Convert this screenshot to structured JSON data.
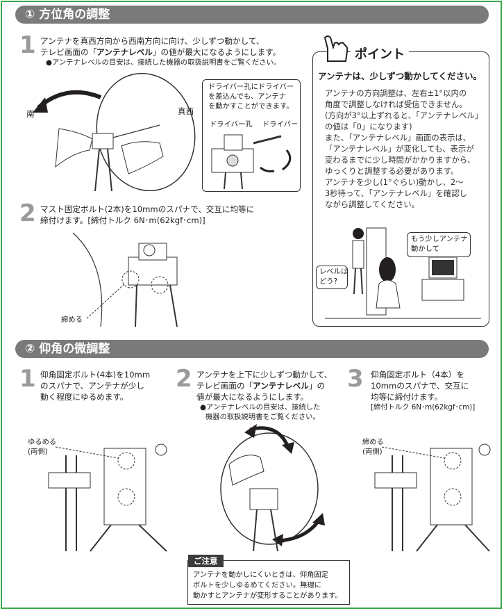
{
  "section1": {
    "title": "① 方位角の調整",
    "step1": {
      "num": "1",
      "line1": "アンテナを真西方向から西南方向に向け、少しずつ動かして、",
      "line2_pre": "テレビ画面の「",
      "line2_bold": "アンテナレベル",
      "line2_post": "」の値が最大になるようにします。",
      "note": "●アンテナレベルの目安は、接続した機器の取扱説明書をご覧ください。",
      "label_south": "南",
      "label_west": "真西"
    },
    "callout": {
      "line1": "ドライバー孔にドライバー",
      "line2": "を差込んでも、アンテナ",
      "line3": "を動かすことができます。",
      "label_hole": "ドライバー孔",
      "label_driver": "ドライバー"
    },
    "step2": {
      "num": "2",
      "line1": "マスト固定ボルト(2本)を10mmのスパナで、交互に均等に",
      "line2": "締付けます。[締付トルク 6N･m(62kgf･cm)]",
      "label_tighten": "締める"
    }
  },
  "point": {
    "title": "ポイント",
    "headline": "アンテナは、少しずつ動かしてください。",
    "lines": [
      "アンテナの方向調整は、左右±1°以内の",
      "角度で調整しなければ受信できません。",
      "(方向が3°以上ずれると、「アンテナレベル」",
      "の値は「0」になります)",
      "また、「アンテナレベル」画面の表示は、",
      "「アンテナレベル」が変化しても、表示が",
      "変わるまでに少し時間がかかりますから、",
      "ゆっくりと調整する必要があります。",
      "アンテナを少し(1°ぐらい)動かし、2～",
      "3秒待って、「アンテナレベル」を確認し",
      "ながら調整してください。"
    ],
    "bubble1_line1": "もう少しアンテナ",
    "bubble1_line2": "動かして",
    "bubble2_line1": "レベルは",
    "bubble2_line2": "どう?"
  },
  "section2": {
    "title": "② 仰角の微調整",
    "step1": {
      "num": "1",
      "lines": [
        "仰角固定ボルト(4本)を10mm",
        "のスパナで、アンテナが少し",
        "動く程度にゆるめます。"
      ],
      "label1": "ゆるめる",
      "label2": "(両側)"
    },
    "step2": {
      "num": "2",
      "line1": "アンテナを上下に少しずつ動かして、",
      "line2_pre": "テレビ画面の「",
      "line2_bold": "アンテナレベル",
      "line2_post": "」の",
      "line3": "値が最大になるようにします。",
      "note1": "●アンテナレベルの目安は、接続した",
      "note2": "機器の取扱説明書をご覧ください。"
    },
    "step3": {
      "num": "3",
      "lines": [
        "仰角固定ボルト（4本）を",
        "10mmのスパナで、交互に",
        "均等に締付けます。",
        "[締付トルク 6N･m(62kgf･cm)]"
      ],
      "label1": "締める",
      "label2": "(両側)"
    }
  },
  "caution": {
    "tag": "ご注意",
    "lines": [
      "アンテナを動かしにくいときは、仰角固定",
      "ボルトを少しゆるめてください。無理に",
      "動かすとアンテナが変形することがあります。"
    ]
  }
}
